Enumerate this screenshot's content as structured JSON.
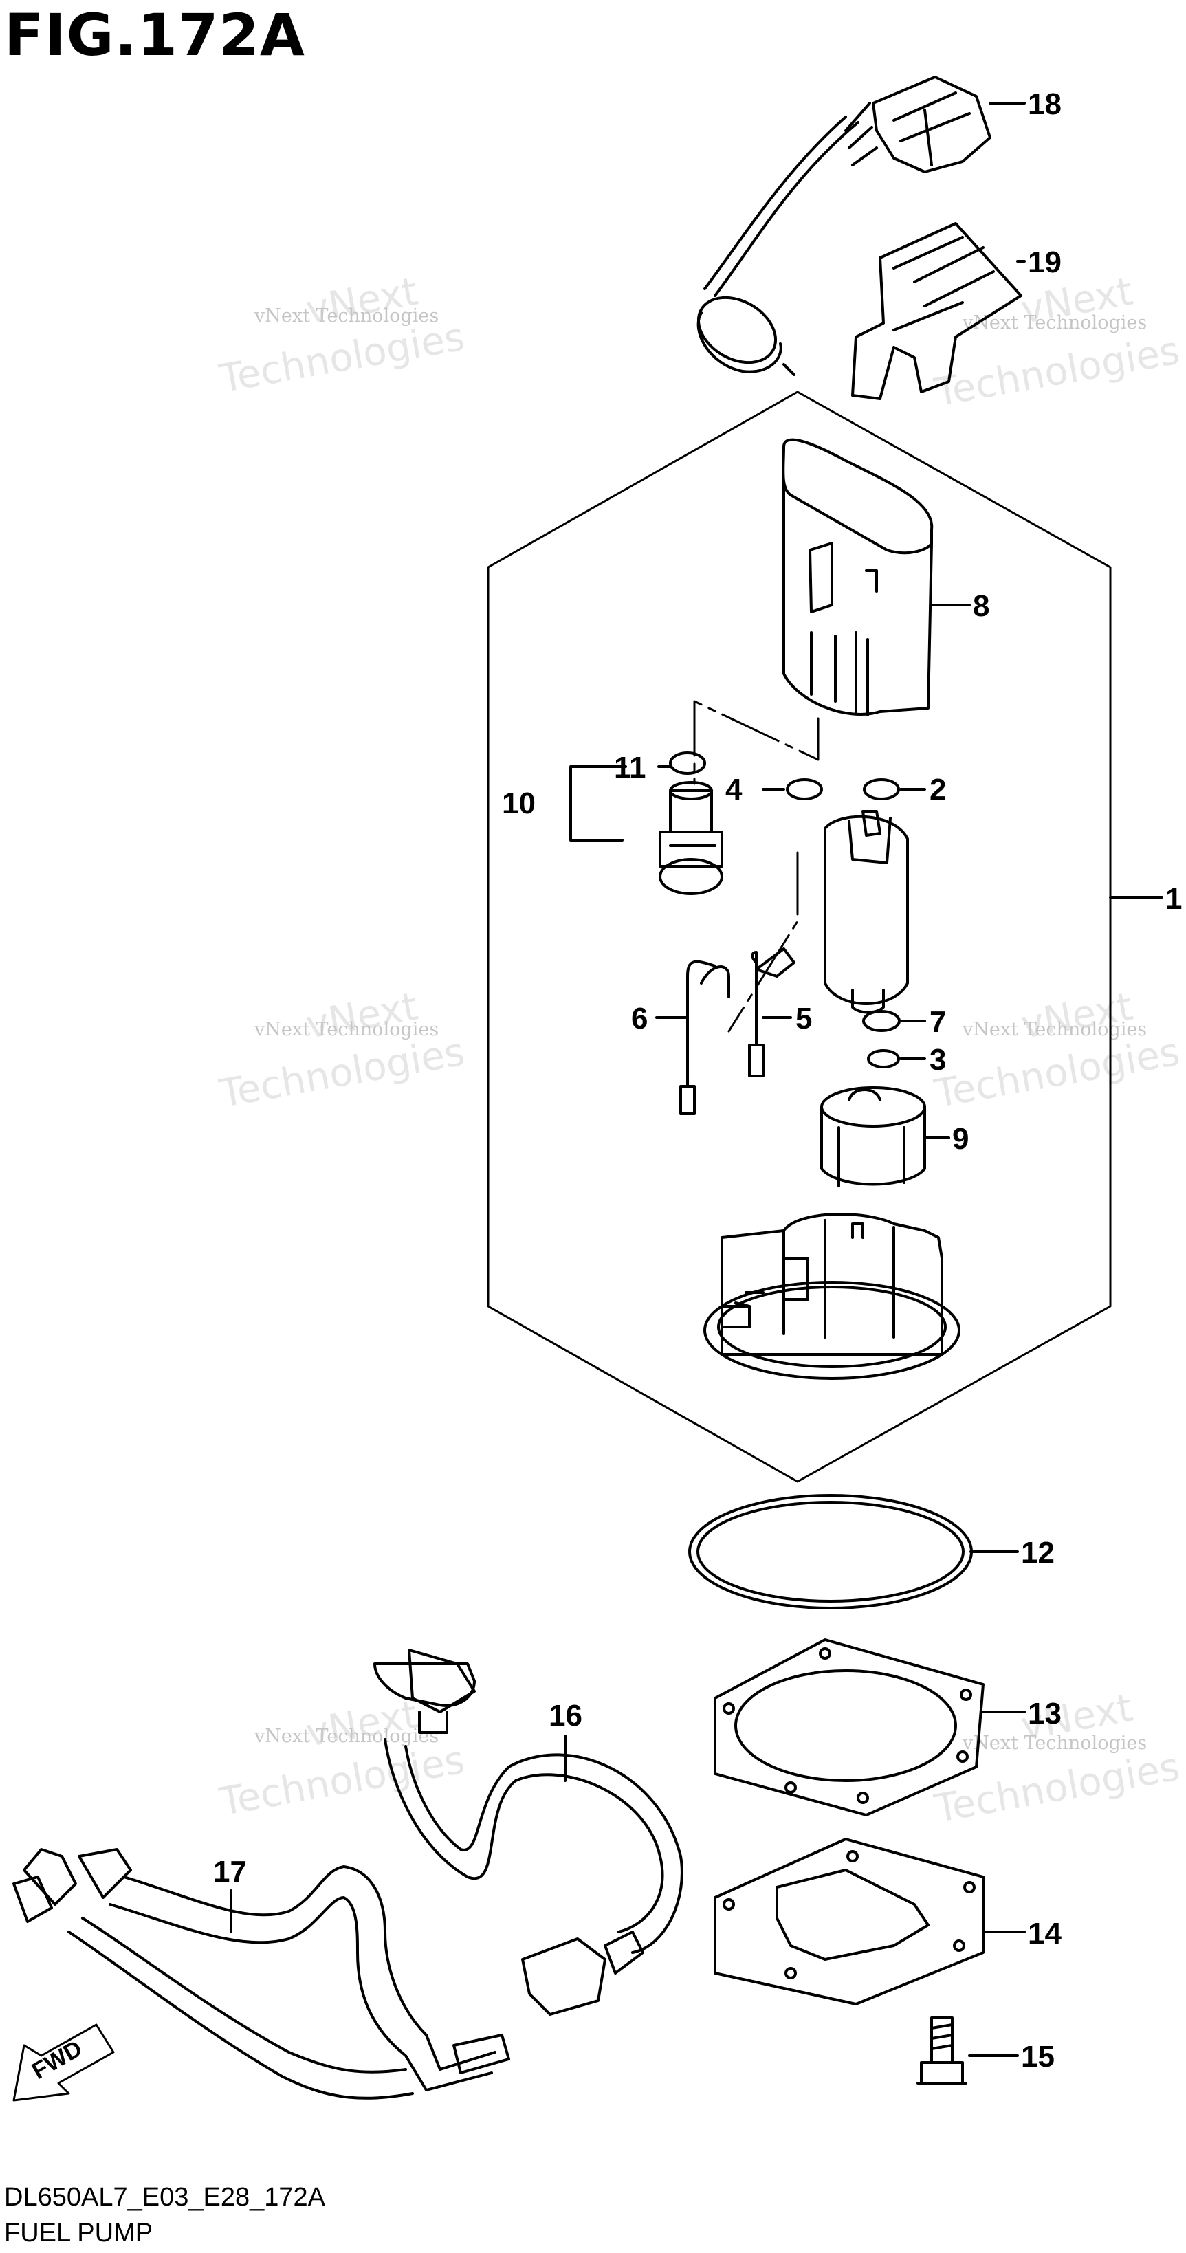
{
  "title": "FIG.172A",
  "footer": {
    "code": "DL650AL7_E03_E28_172A",
    "name": "FUEL PUMP"
  },
  "watermark": "vNext Technologies",
  "watermark_words": [
    "vNext",
    "Technologies"
  ],
  "fwd_label": "FWD",
  "callouts": {
    "c1": "1",
    "c2": "2",
    "c3": "3",
    "c4": "4",
    "c5": "5",
    "c6": "6",
    "c7": "7",
    "c8": "8",
    "c9": "9",
    "c10": "10",
    "c11": "11",
    "c12": "12",
    "c13": "13",
    "c14": "14",
    "c15": "15",
    "c16": "16",
    "c17": "17",
    "c18": "18",
    "c19": "19"
  }
}
